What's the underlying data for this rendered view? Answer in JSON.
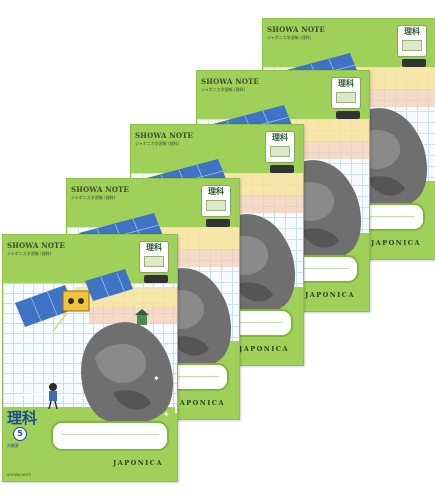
{
  "notebook": {
    "brand": "SHOWA NOTE",
    "series": "ジャポニカ学習帳 (理科)",
    "subject_tag": "理科",
    "maker": "JAPONICA",
    "front": {
      "subject": "理科",
      "grade": "5",
      "grade_label": "方眼罫",
      "fine_print": "SHOWA NOTE"
    }
  },
  "colors": {
    "cover_green": "#9fd15a",
    "grid_blue": "#c6e3ef",
    "subject_blue": "#1e4d8f",
    "asteroid": "#6f6f6f"
  }
}
